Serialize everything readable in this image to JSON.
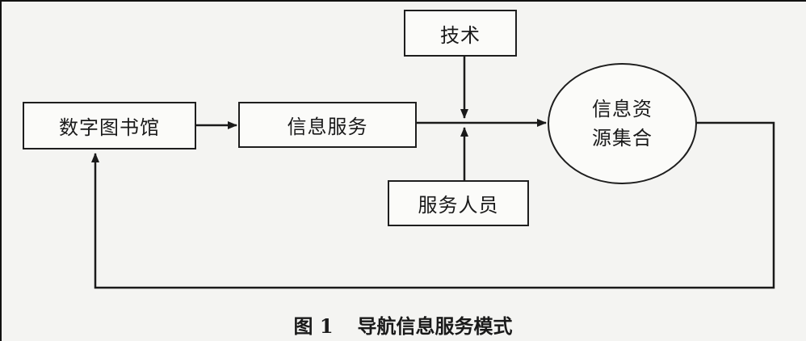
{
  "diagram": {
    "nodes": {
      "digital_library": "数字图书馆",
      "information_service": "信息服务",
      "technology": "技术",
      "service_staff": "服务人员",
      "resource_collection_line1": "信息资",
      "resource_collection_line2": "源集合"
    }
  },
  "caption": {
    "number": "图 1",
    "text": "导航信息服务模式"
  }
}
